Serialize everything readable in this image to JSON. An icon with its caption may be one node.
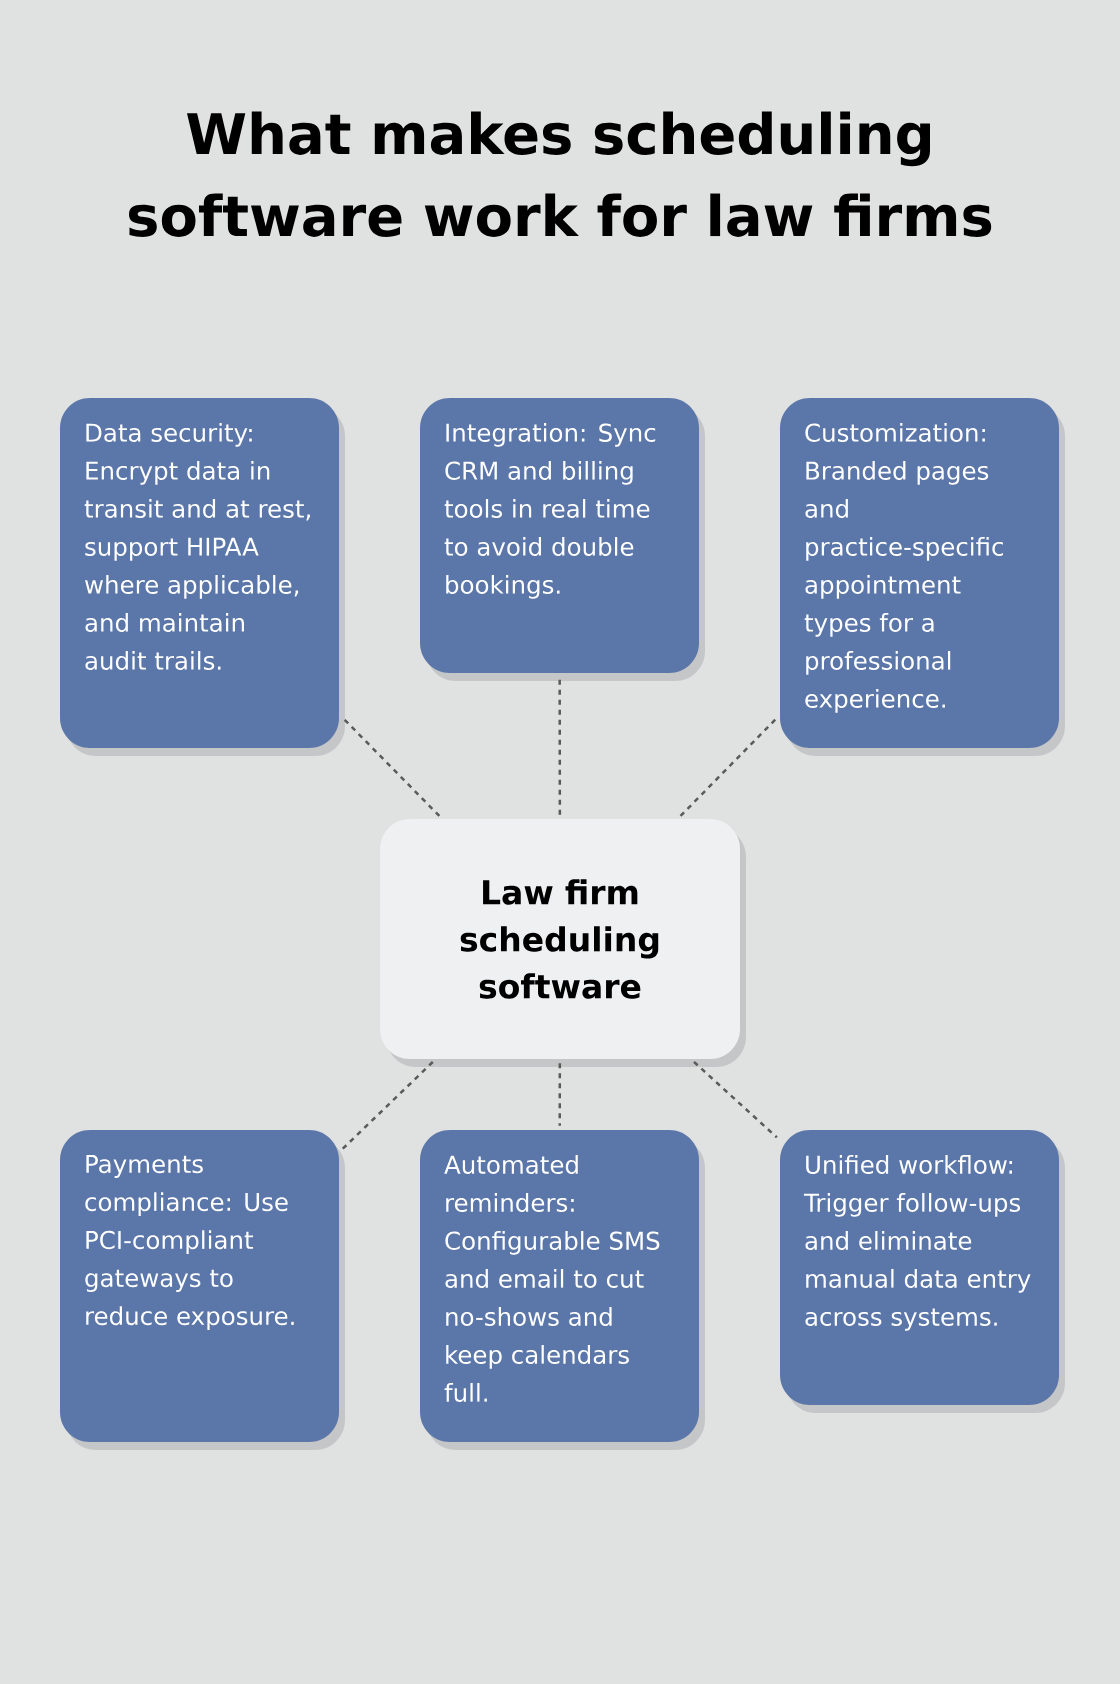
{
  "diagram": {
    "title": "What makes scheduling software work for law firms",
    "nodes": [
      {
        "text": [
          "Data security: Encrypt data in transit and at rest, support HIPAA where applicable, and maintain audit trails."
        ]
      },
      {
        "text": [
          "Integration: Sync CRM and billing tools in real time to avoid double bookings."
        ]
      },
      {
        "text": [
          "Customization: Branded pages and practice-specific appointment types for a professional experience."
        ]
      },
      {
        "text": [
          "Law firm scheduling software"
        ]
      },
      {
        "text": [
          "Payments compliance: Use PCI-compliant gateways to reduce exposure."
        ]
      },
      {
        "text": [
          "Automated reminders: Configurable SMS and email to cut no-shows and keep calendars full."
        ]
      },
      {
        "text": [
          "Unified workflow: Trigger follow-ups and eliminate manual data entry across systems."
        ]
      }
    ],
    "edges": [
      {
        "from": 3,
        "to": 0,
        "arrow": "none",
        "style": "dashed"
      },
      {
        "from": 3,
        "to": 1,
        "arrow": "none",
        "style": "dashed"
      },
      {
        "from": 3,
        "to": 2,
        "arrow": "none",
        "style": "dashed"
      },
      {
        "from": 3,
        "to": 4,
        "arrow": "none",
        "style": "dashed"
      },
      {
        "from": 3,
        "to": 5,
        "arrow": "none",
        "style": "dashed"
      },
      {
        "from": 3,
        "to": 6,
        "arrow": "none",
        "style": "dashed"
      }
    ]
  }
}
